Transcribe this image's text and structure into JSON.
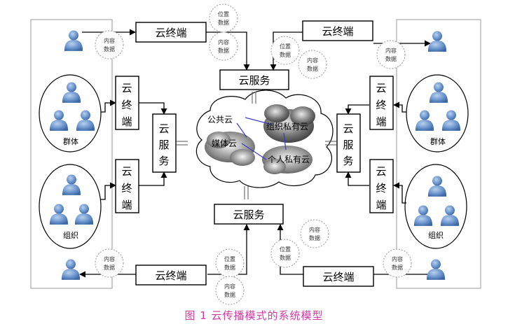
{
  "terminal_label": "云终端",
  "terminal_label_vertical": [
    "云",
    "终",
    "端"
  ],
  "service_label": "云服务",
  "service_label_vertical": [
    "云",
    "服",
    "务"
  ],
  "bubble_position": [
    "位置",
    "数据"
  ],
  "bubble_content": [
    "内容",
    "数据"
  ],
  "group_label": "群体",
  "org_label": "组织",
  "cloud_labels": {
    "public": "公共云",
    "media": "媒体云",
    "org_private": "组织私有云",
    "personal_private": "个人私有云"
  },
  "caption": "图 1    云传播模式的系统模型",
  "colors": {
    "person_fill": "#5a86c2",
    "caption": "#d23aa8"
  }
}
